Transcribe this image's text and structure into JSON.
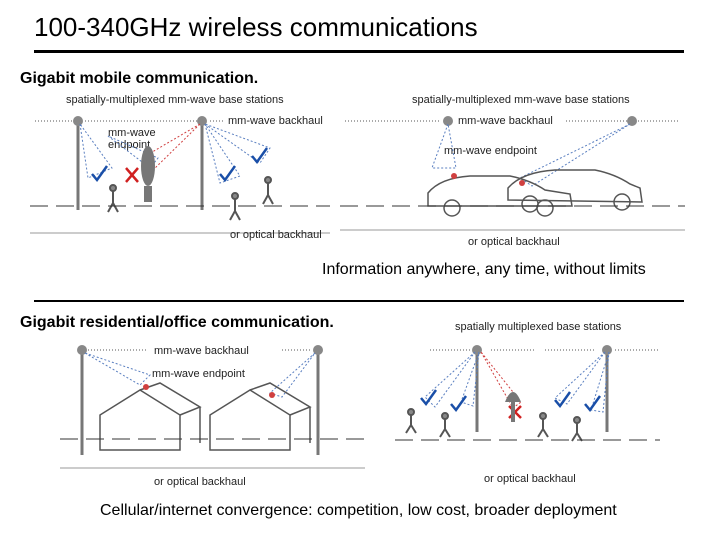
{
  "title": "100-340GHz wireless communications",
  "section1": {
    "heading": "Gigabit mobile communication.",
    "caption": "Information anywhere, any time, without limits",
    "left_panel": {
      "label_top": "spatially-multiplexed mm-wave base stations",
      "label_backhaul": "mm-wave backhaul",
      "label_endpoint_1": "mm-wave",
      "label_endpoint_2": "endpoint",
      "label_optical": "or optical backhaul"
    },
    "right_panel": {
      "label_top": "spatially-multiplexed mm-wave base stations",
      "label_backhaul": "mm-wave backhaul",
      "label_endpoint": "mm-wave endpoint",
      "label_optical": "or optical backhaul"
    }
  },
  "section2": {
    "heading": "Gigabit residential/office communication.",
    "caption": "Cellular/internet convergence: competition, low cost, broader deployment",
    "left_panel": {
      "label_backhaul": "mm-wave backhaul",
      "label_endpoint": "mm-wave endpoint",
      "label_optical": "or optical backhaul"
    },
    "right_panel": {
      "label_top": "spatially multiplexed base stations",
      "label_optical": "or optical backhaul"
    }
  },
  "colors": {
    "beam_blue": "#5a7fc0",
    "beam_red": "#d04040",
    "check_blue": "#1a4fa8",
    "cross_red": "#d02020",
    "pole": "#777777"
  }
}
